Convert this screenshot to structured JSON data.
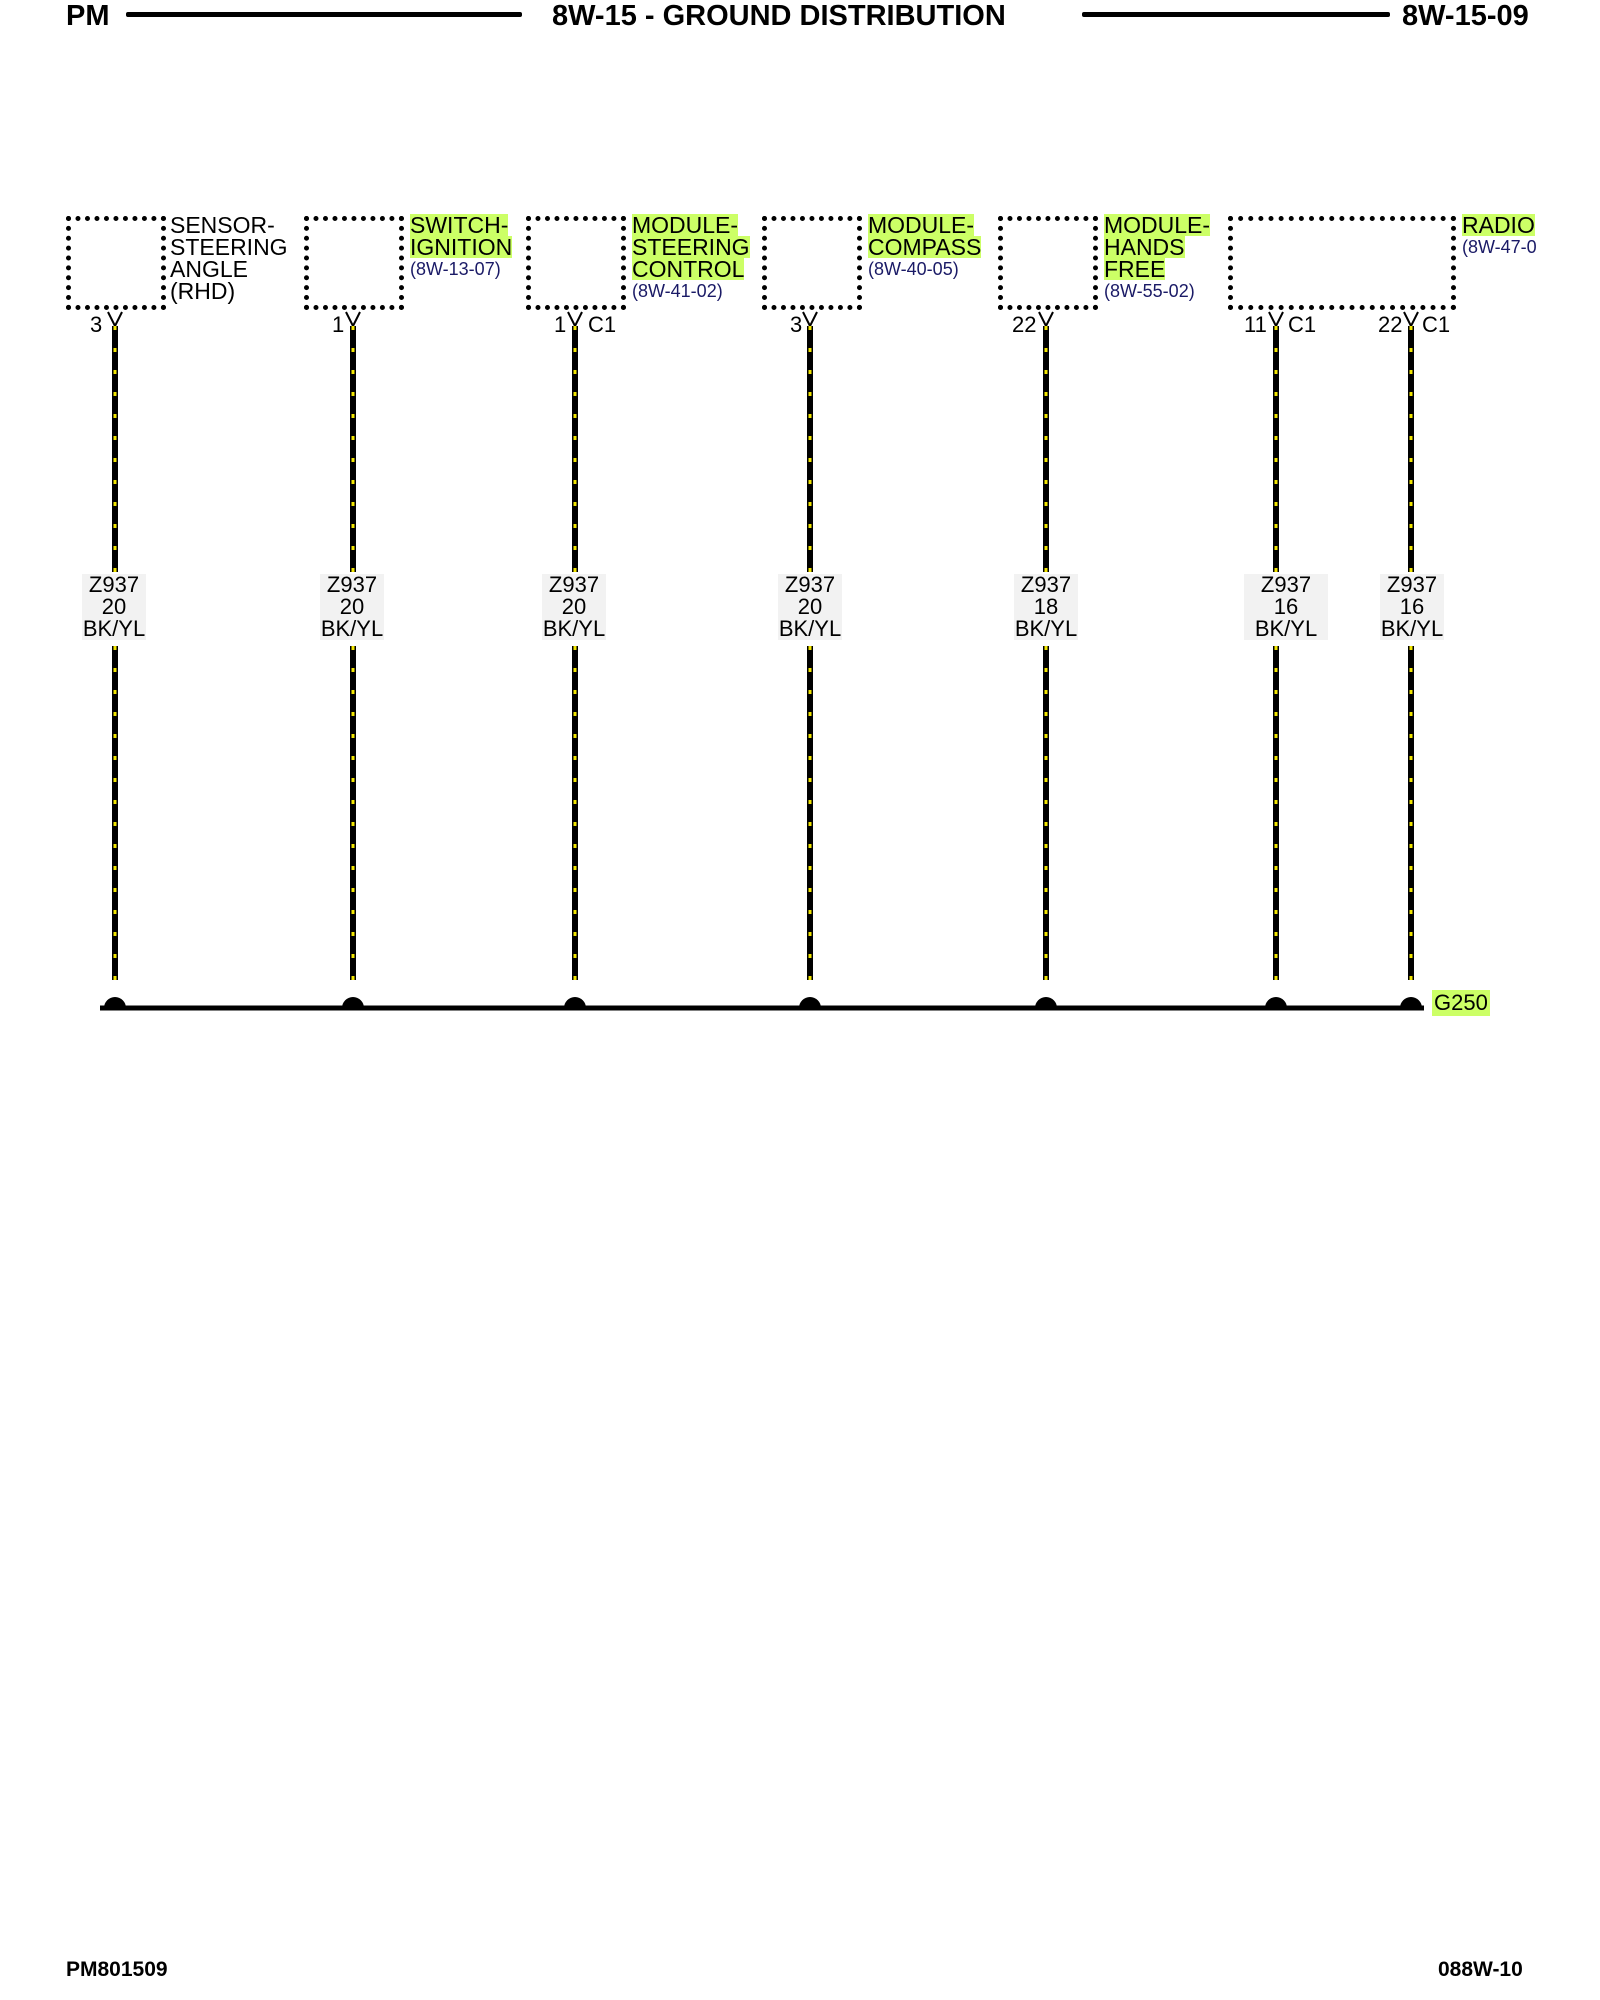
{
  "header": {
    "left": "PM",
    "title": "8W-15 - GROUND DISTRIBUTION",
    "page": "8W-15-09"
  },
  "components": [
    {
      "name_lines": [
        "SENSOR-",
        "STEERING",
        "ANGLE",
        "(RHD)"
      ],
      "ref": "",
      "highlight": false
    },
    {
      "name_lines": [
        "SWITCH-",
        "IGNITION"
      ],
      "ref": "(8W-13-07)",
      "highlight": true
    },
    {
      "name_lines": [
        "MODULE-",
        "STEERING",
        "CONTROL"
      ],
      "ref": "(8W-41-02)",
      "highlight": true
    },
    {
      "name_lines": [
        "MODULE-",
        "COMPASS"
      ],
      "ref": "(8W-40-05)",
      "highlight": true
    },
    {
      "name_lines": [
        "MODULE-",
        "HANDS",
        "FREE"
      ],
      "ref": "(8W-55-02)",
      "highlight": true
    },
    {
      "name_lines": [
        "RADIO"
      ],
      "ref": "(8W-47-0",
      "highlight": true
    }
  ],
  "wires": [
    {
      "pin": "3",
      "connector": "",
      "circuit": "Z937",
      "gauge": "20",
      "color": "BK/YL"
    },
    {
      "pin": "1",
      "connector": "",
      "circuit": "Z937",
      "gauge": "20",
      "color": "BK/YL"
    },
    {
      "pin": "1",
      "connector": "C1",
      "circuit": "Z937",
      "gauge": "20",
      "color": "BK/YL"
    },
    {
      "pin": "3",
      "connector": "",
      "circuit": "Z937",
      "gauge": "20",
      "color": "BK/YL"
    },
    {
      "pin": "22",
      "connector": "",
      "circuit": "Z937",
      "gauge": "18",
      "color": "BK/YL"
    },
    {
      "pin": "11",
      "connector": "C1",
      "circuit": "Z937",
      "gauge": "16",
      "color": "BK/YL"
    },
    {
      "pin": "22",
      "connector": "C1",
      "circuit": "Z937",
      "gauge": "16",
      "color": "BK/YL"
    }
  ],
  "ground": {
    "label": "G250"
  },
  "footer": {
    "left": "PM801509",
    "right": "088W-10"
  },
  "colors": {
    "highlight": "#ccff66",
    "wire_base": "#000000",
    "wire_stripe": "#f2e600",
    "ref_text": "#1a1a66"
  }
}
